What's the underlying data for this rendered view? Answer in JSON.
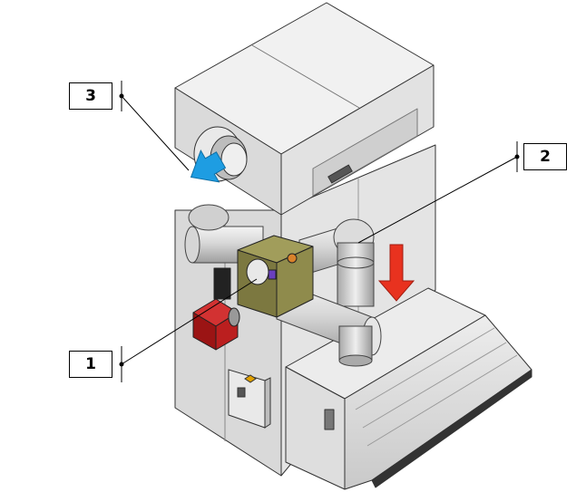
{
  "callouts": [
    {
      "id": "1",
      "label": "1"
    },
    {
      "id": "2",
      "label": "2"
    },
    {
      "id": "3",
      "label": "3"
    }
  ],
  "colors": {
    "cabinet": "#dcdcdc",
    "cabinet_dark": "#c4c4c4",
    "cabinet_light": "#ececec",
    "pipe": "#c8c8c8",
    "pipe_light": "#f2f2f2",
    "valve_box": "#8d8a4a",
    "burner": "#b11e1e",
    "arrow_intake": "#1e9de2",
    "arrow_flow": "#e8321f",
    "outline": "#333333"
  },
  "icons": {
    "intake_arrow": "blue-arrow-icon",
    "flow_arrow": "red-down-arrow-icon"
  }
}
